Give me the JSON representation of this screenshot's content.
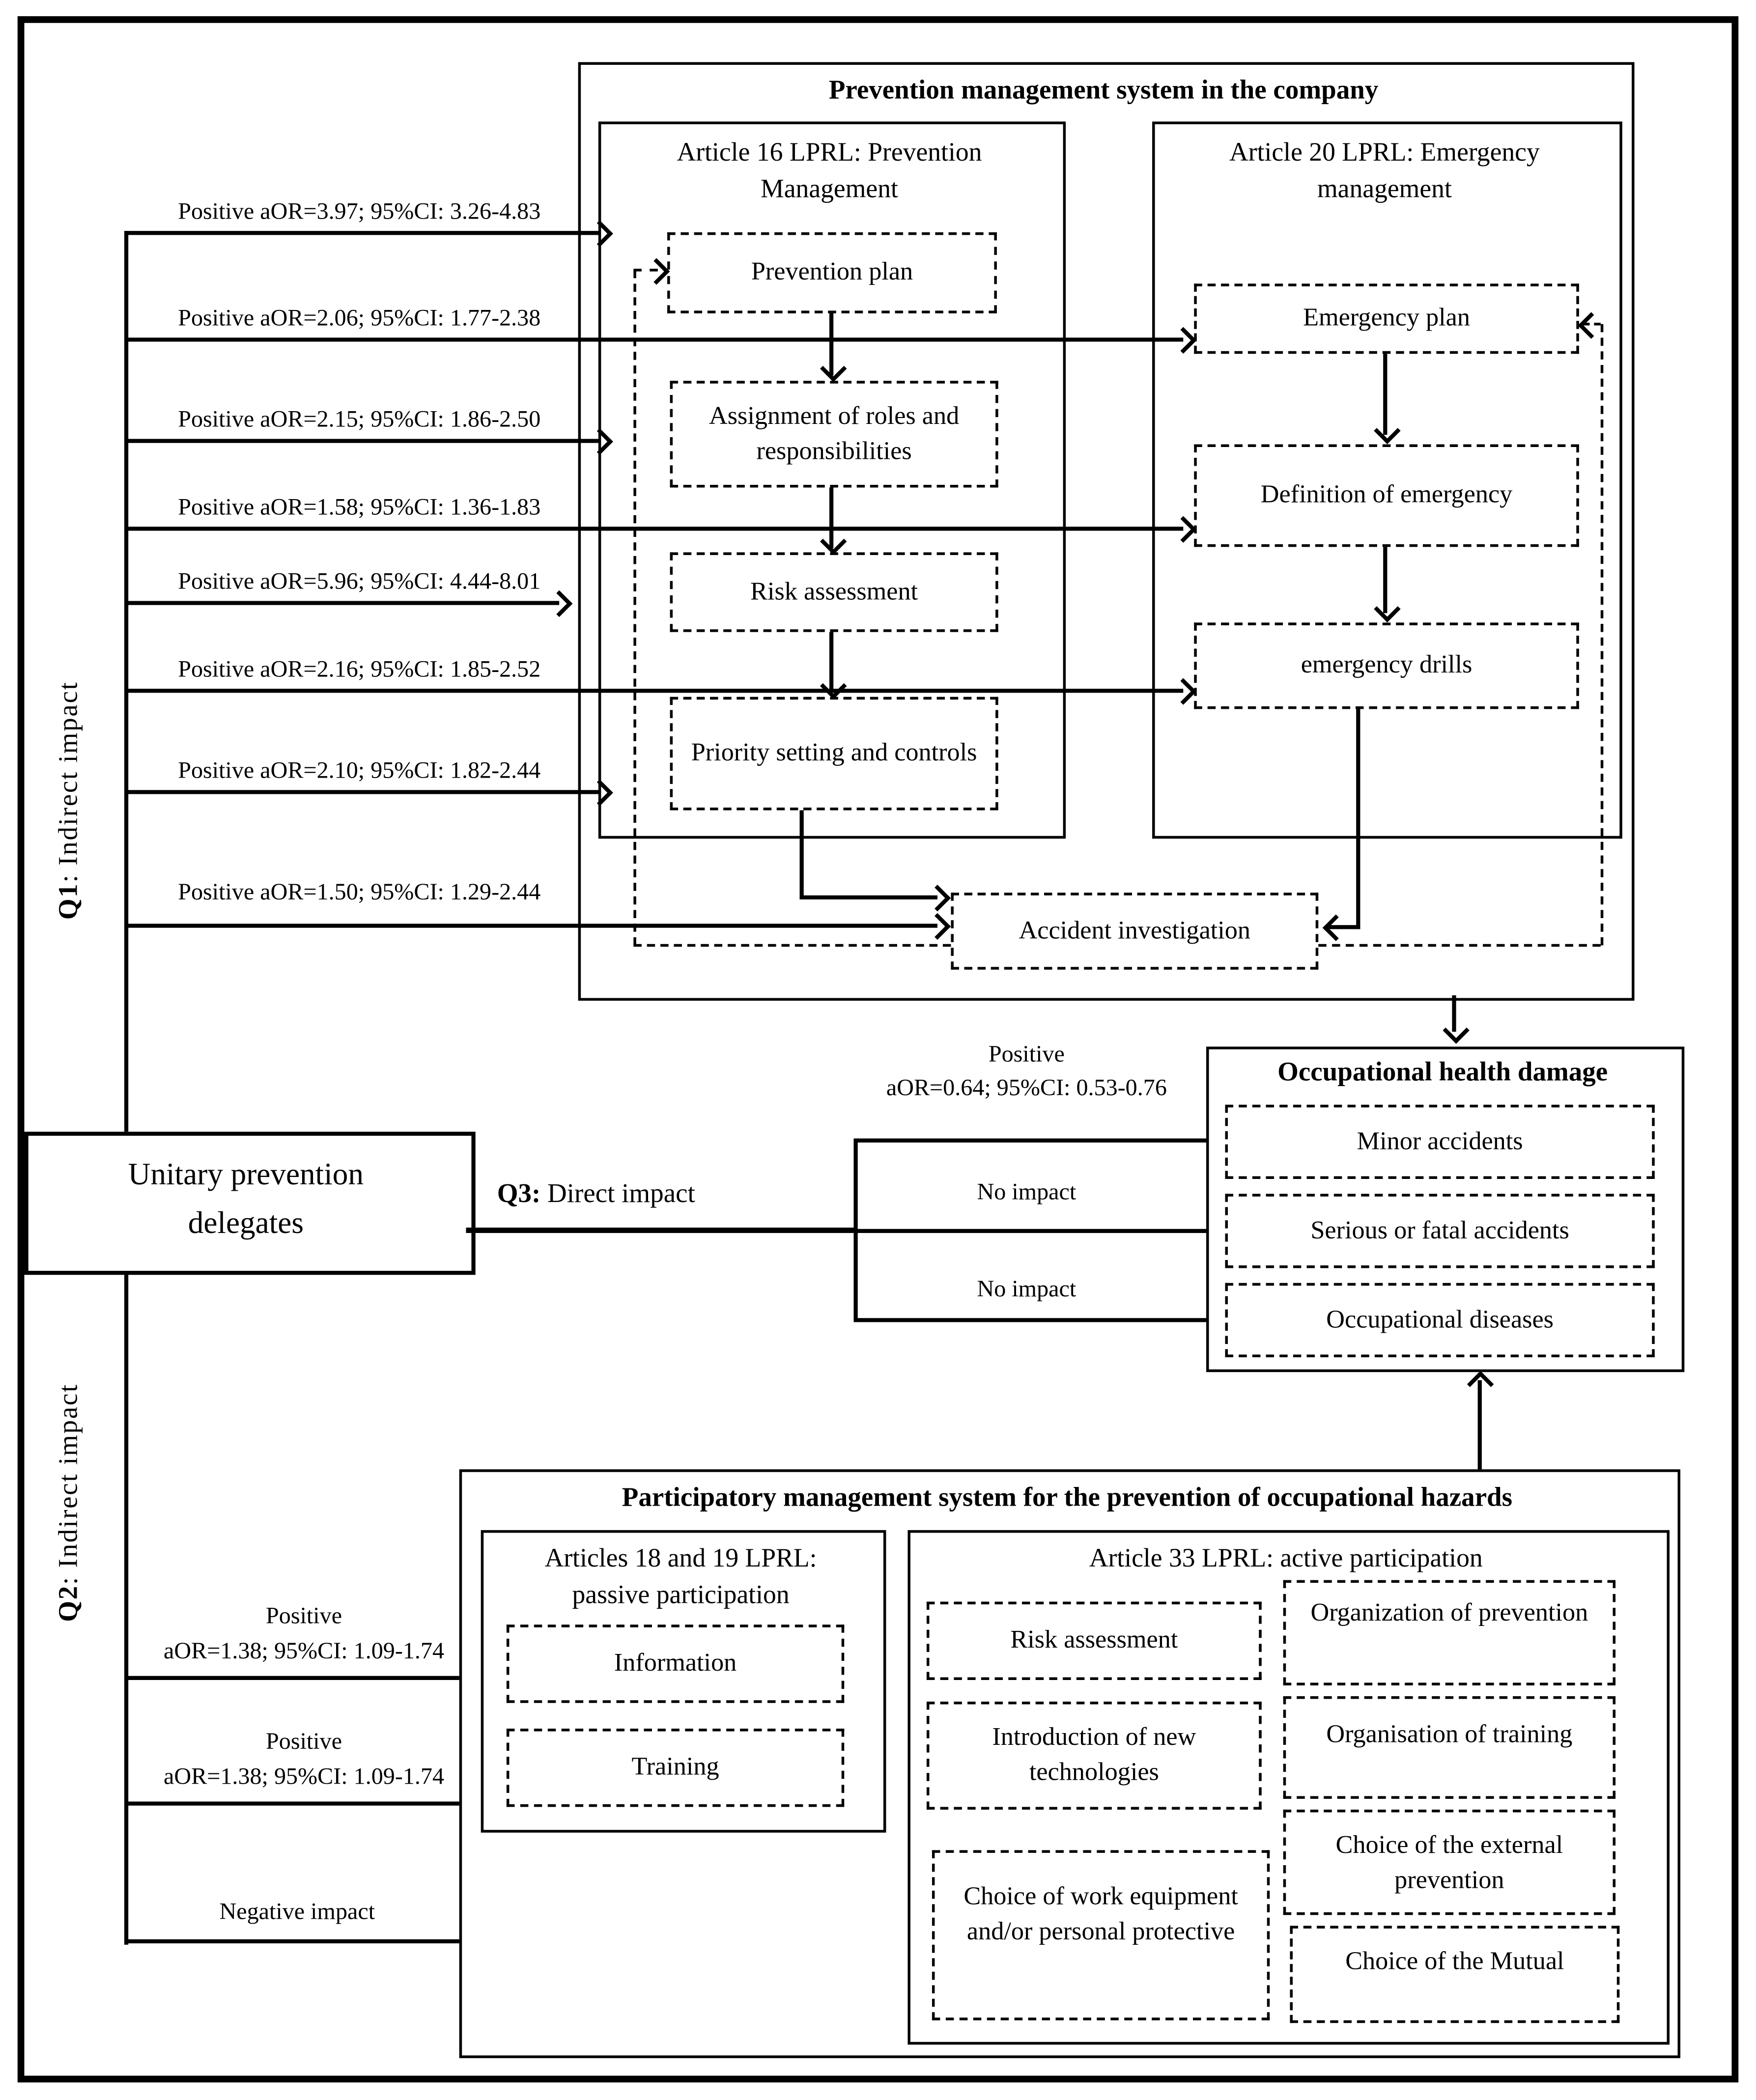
{
  "prevention_system": {
    "title": "Prevention management system in the company",
    "article16": {
      "title_line1": "Article 16 LPRL: Prevention",
      "title_line2": "Management",
      "boxes": [
        "Prevention plan",
        "Assignment of roles and responsibilities",
        "Risk assessment",
        "Priority setting and controls"
      ]
    },
    "article20": {
      "title_line1": "Article 20 LPRL: Emergency",
      "title_line2": "management",
      "boxes": [
        "Emergency plan",
        "Definition of emergency",
        "emergency drills"
      ]
    },
    "accident_investigation": "Accident investigation"
  },
  "q1": {
    "label": "Q1",
    "label_suffix": ": Indirect impact",
    "arrows": [
      "Positive aOR=3.97; 95%CI: 3.26-4.83",
      "Positive aOR=2.06; 95%CI: 1.77-2.38",
      "Positive aOR=2.15; 95%CI: 1.86-2.50",
      "Positive aOR=1.58; 95%CI: 1.36-1.83",
      "Positive aOR=5.96; 95%CI: 4.44-8.01",
      "Positive aOR=2.16; 95%CI: 1.85-2.52",
      "Positive aOR=2.10; 95%CI: 1.82-2.44",
      "Positive aOR=1.50; 95%CI: 1.29-2.44"
    ]
  },
  "q3": {
    "label": "Q3:",
    "label_suffix": " Direct impact",
    "positive_line1": "Positive",
    "positive_line2": "aOR=0.64; 95%CI: 0.53-0.76",
    "no_impact_1": "No impact",
    "no_impact_2": "No impact"
  },
  "health_damage": {
    "title": "Occupational health damage",
    "boxes": [
      "Minor accidents",
      "Serious or fatal accidents",
      "Occupational diseases"
    ]
  },
  "unitary": {
    "line1": "Unitary prevention",
    "line2": "delegates"
  },
  "q2": {
    "label": "Q2",
    "label_suffix": ": Indirect impact",
    "arrow1_line1": "Positive",
    "arrow1_line2": "aOR=1.38; 95%CI: 1.09-1.74",
    "arrow2_line1": "Positive",
    "arrow2_line2": "aOR=1.38; 95%CI: 1.09-1.74",
    "arrow3": "Negative impact"
  },
  "participatory": {
    "title": "Participatory management system for the prevention of occupational hazards",
    "passive": {
      "title_line1": "Articles 18 and 19 LPRL:",
      "title_line2": "passive participation",
      "boxes": [
        "Information",
        "Training"
      ]
    },
    "active": {
      "title": "Article 33 LPRL: active participation",
      "left_boxes": [
        "Risk assessment",
        "Introduction of new technologies",
        "Choice of work equipment and/or personal protective"
      ],
      "right_boxes": [
        "Organization of prevention",
        "Organisation of training",
        "Choice of the external prevention",
        "Choice of the Mutual"
      ]
    }
  }
}
